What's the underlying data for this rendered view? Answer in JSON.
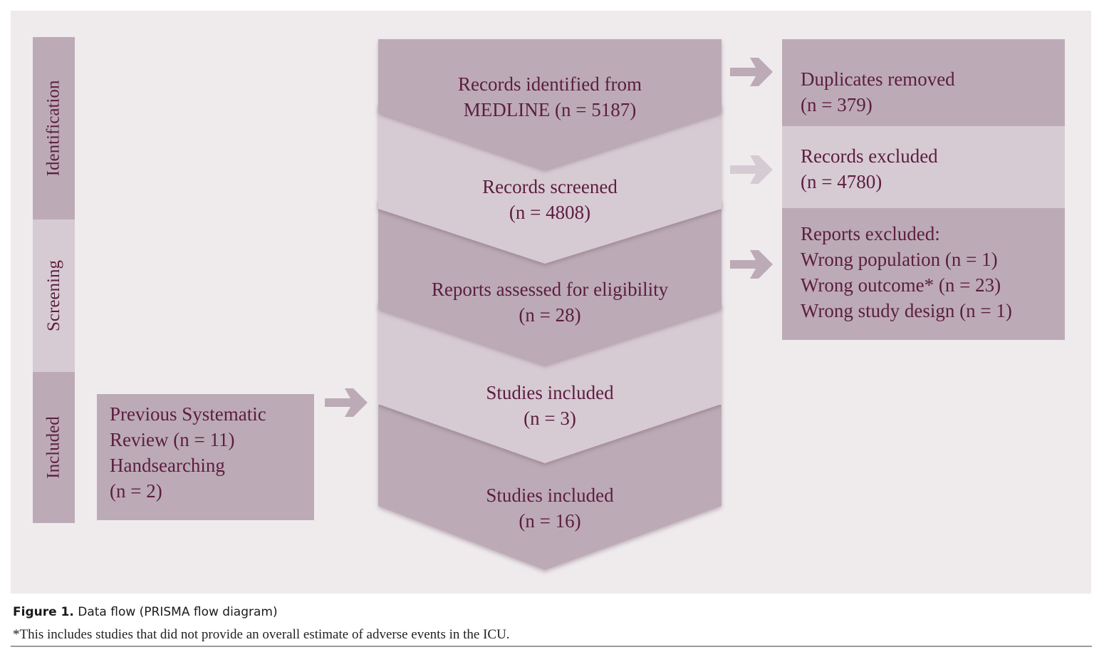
{
  "phases": [
    {
      "label": "Identification"
    },
    {
      "label": "Screening"
    },
    {
      "label": "Included"
    }
  ],
  "stages": [
    {
      "line1": "Records identified from",
      "line2": "MEDLINE (n = 5187)"
    },
    {
      "line1": "Records screened",
      "line2": "(n = 4808)"
    },
    {
      "line1": "Reports assessed for eligibility",
      "line2": "(n = 28)"
    },
    {
      "line1": "Studies included",
      "line2": "(n = 3)"
    },
    {
      "line1": "Studies included",
      "line2": "(n = 16)"
    }
  ],
  "exclusions": {
    "duplicates": {
      "line1": "Duplicates removed",
      "line2": "(n = 379)"
    },
    "records": {
      "line1": "Records excluded",
      "line2": "(n = 4780)"
    },
    "reports": {
      "title": "Reports excluded:",
      "items": [
        "Wrong population (n = 1)",
        "Wrong outcome* (n = 23)",
        "Wrong study design (n = 1)"
      ]
    }
  },
  "other_sources": {
    "lines": [
      "Previous Systematic",
      "Review (n = 11)",
      "Handsearching",
      "(n = 2)"
    ]
  },
  "caption": {
    "label": "Figure 1.",
    "text": "Data flow (PRISMA flow diagram)"
  },
  "footnote": "*This includes studies that did not provide an overall estimate of adverse events in the ICU.",
  "colors": {
    "dark": "#bcabb6",
    "light": "#d7cbd3",
    "text": "#5c1d40",
    "background": "#efebed"
  }
}
